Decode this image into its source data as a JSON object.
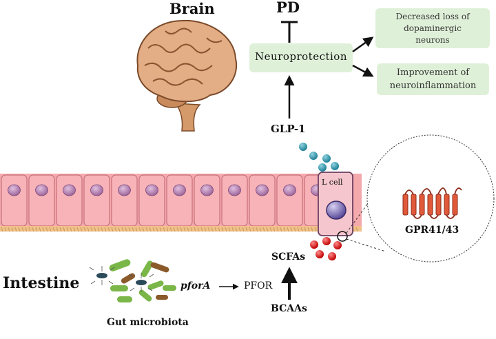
{
  "labels": {
    "brain": "Brain",
    "pd": "PD",
    "neuroprotection": "Neuroprotection",
    "outcome_1": "Decreased loss of dopaminergic neurons",
    "outcome_1_line1": "Decreased loss of",
    "outcome_1_line2": "dopaminergic",
    "outcome_1_line3": "neurons",
    "outcome_2_line1": "Improvement of",
    "outcome_2_line2": "neuroinflammation",
    "glp1": "GLP-1",
    "l_cell": "L cell",
    "receptor": "GPR41/43",
    "intestine": "Intestine",
    "gut_microbiota": "Gut microbiota",
    "gene": "pforA",
    "enzyme": "PFOR",
    "scfas": "SCFAs",
    "bcaas": "BCAAs"
  },
  "colors": {
    "outcome_box": "#dff0d8",
    "glp1_dots": "#3a9bb0",
    "scfa_dots": "#e02020",
    "epithelium": "#f2a4a8",
    "nucleus": "#b77aa8",
    "receptor": "#e05a3a",
    "bacteria_green": "#7ab648",
    "bacteria_brown": "#8b5a2b",
    "brain": "#d9a27a"
  },
  "icons": [
    "brain-illustration",
    "intestinal-epithelium",
    "l-cell",
    "gpr41-43-receptor",
    "gut-bacteria"
  ]
}
